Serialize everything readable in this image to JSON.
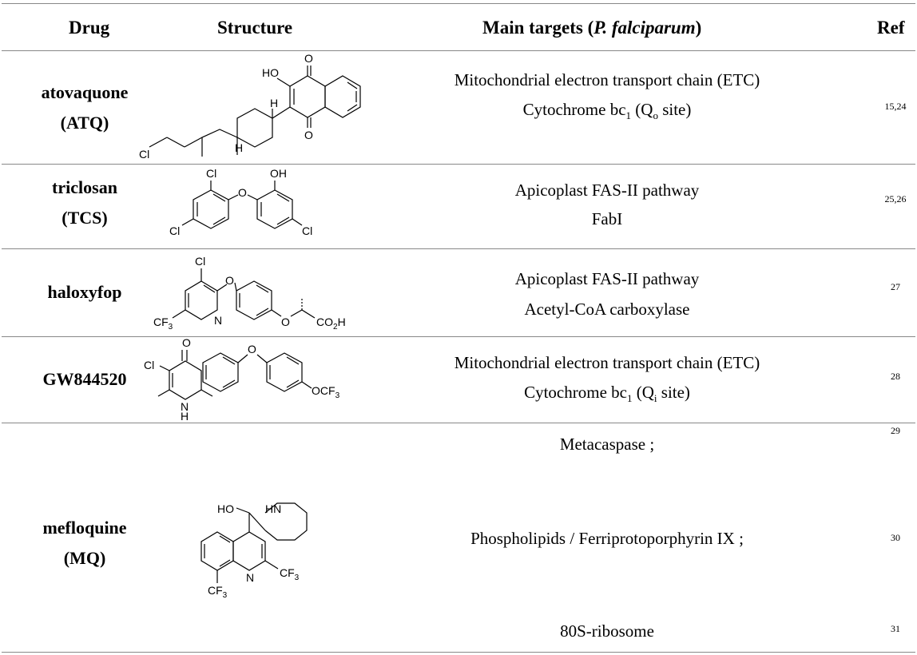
{
  "table": {
    "headers": {
      "drug": "Drug",
      "structure": "Structure",
      "targets_pre": "Main targets (",
      "targets_italic": "P. falciparum",
      "targets_post": ")",
      "ref": "Ref"
    },
    "rows": [
      {
        "name": "atovaquone",
        "abbr": "(ATQ)",
        "targets": [
          "Mitochondrial electron transport chain (ETC)",
          "Cytochrome bc"
        ],
        "site": "(Q",
        "site_sub": "o",
        "site_end": " site)",
        "ref": "15,24",
        "labels": {
          "ho": "HO",
          "o": "O",
          "h": "H",
          "cl": "Cl"
        }
      },
      {
        "name": "triclosan",
        "abbr": "(TCS)",
        "targets": [
          "Apicoplast FAS-II pathway",
          "FabI"
        ],
        "ref": "25,26",
        "labels": {
          "cl": "Cl",
          "oh": "OH",
          "o": "O"
        }
      },
      {
        "name": "haloxyfop",
        "abbr": "",
        "targets": [
          "Apicoplast FAS-II pathway",
          "Acetyl-CoA carboxylase"
        ],
        "ref": "27",
        "labels": {
          "cl": "Cl",
          "cf": "CF",
          "n": "N",
          "o": "O",
          "co": "CO",
          "h": "H"
        }
      },
      {
        "name": "GW844520",
        "abbr": "",
        "targets": [
          "Mitochondrial electron transport chain (ETC)",
          "Cytochrome bc"
        ],
        "site": "(Q",
        "site_sub": "i",
        "site_end": " site)",
        "ref": "28",
        "labels": {
          "cl": "Cl",
          "o": "O",
          "ocf": "OCF",
          "n": "N",
          "h": "H"
        }
      },
      {
        "name": "mefloquine",
        "abbr": "(MQ)",
        "targets": [
          "Metacaspase ;",
          "Phospholipids / Ferriprotoporphyrin IX ;",
          "80S-ribosome"
        ],
        "refs": [
          "29",
          "30",
          "31"
        ],
        "labels": {
          "hn": "HN",
          "ho": "HO",
          "n": "N",
          "cf": "CF"
        }
      }
    ],
    "sub1": "1",
    "sub2": "2",
    "sub3": "3"
  }
}
